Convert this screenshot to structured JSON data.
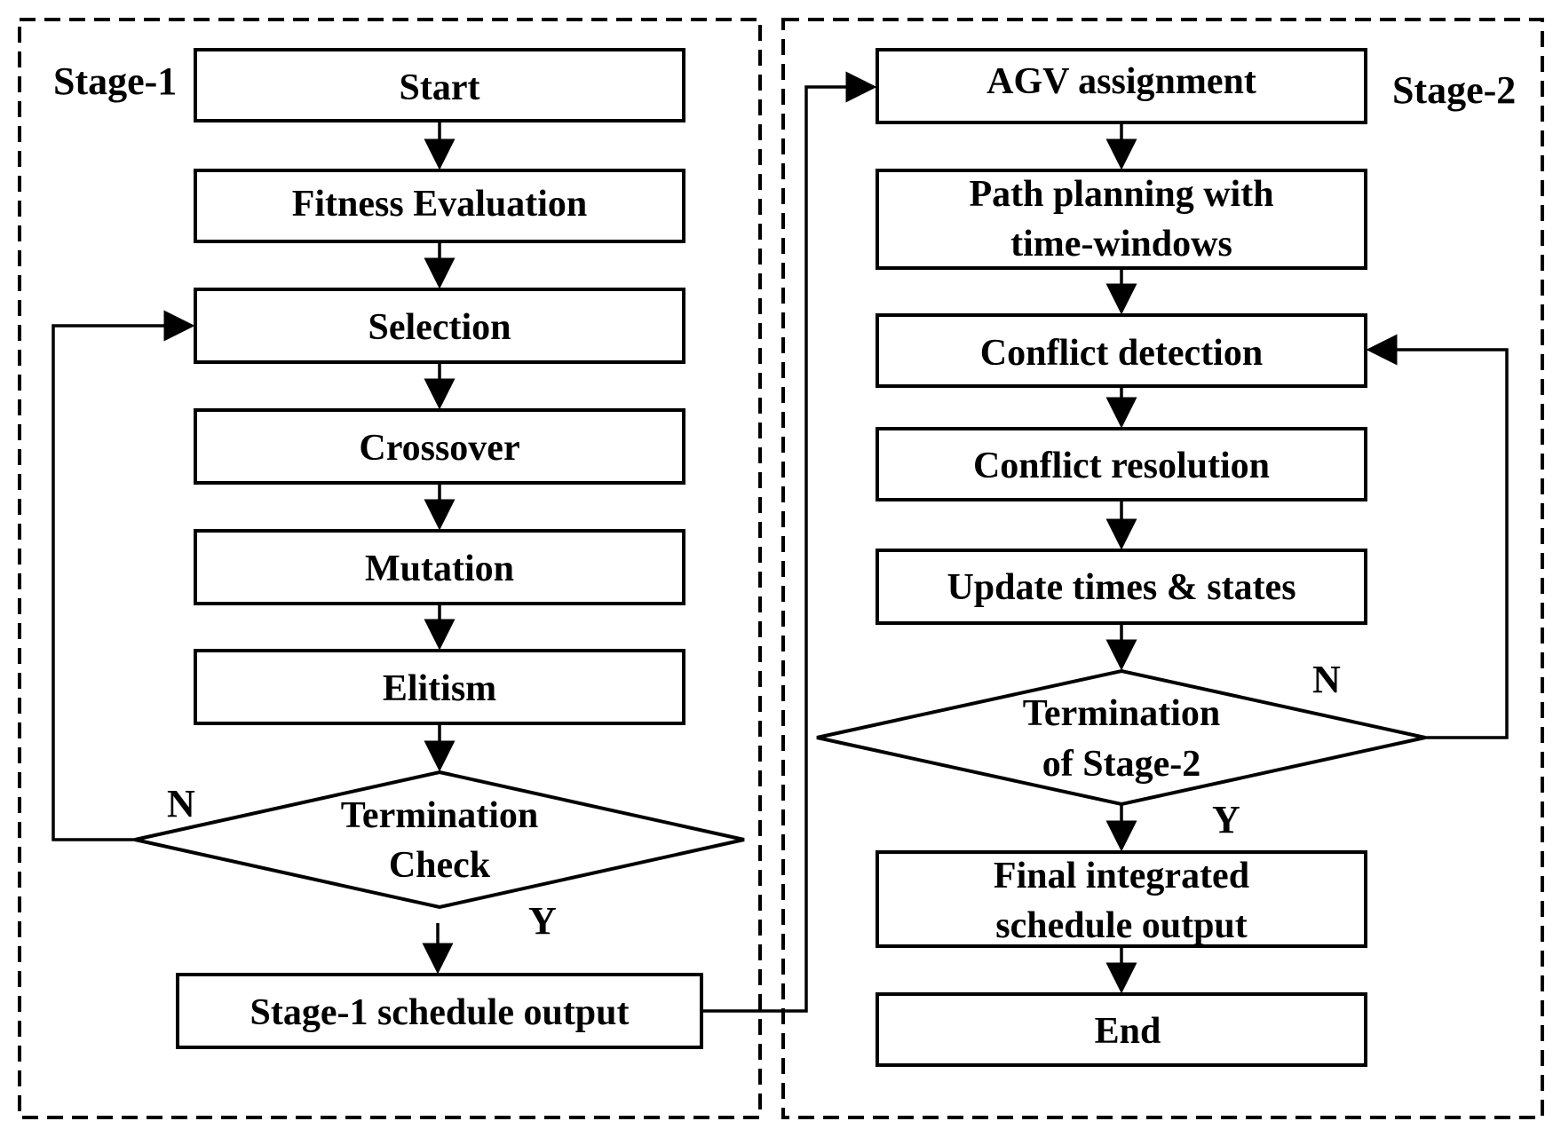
{
  "stage1": {
    "label": "Stage-1",
    "nodes": {
      "start": "Start",
      "fitness": "Fitness Evaluation",
      "selection": "Selection",
      "crossover": "Crossover",
      "mutation": "Mutation",
      "elitism": "Elitism",
      "termination_line1": "Termination",
      "termination_line2": "Check",
      "output": "Stage-1 schedule output"
    },
    "branch_no": "N",
    "branch_yes": "Y"
  },
  "stage2": {
    "label": "Stage-2",
    "nodes": {
      "agv": "AGV assignment",
      "path_line1": "Path planning with",
      "path_line2": "time-windows",
      "conflict_detection": "Conflict detection",
      "conflict_resolution": "Conflict resolution",
      "update": "Update times & states",
      "termination_line1": "Termination",
      "termination_line2": "of Stage-2",
      "final_line1": "Final integrated",
      "final_line2": "schedule output",
      "end": "End"
    },
    "branch_no": "N",
    "branch_yes": "Y"
  }
}
